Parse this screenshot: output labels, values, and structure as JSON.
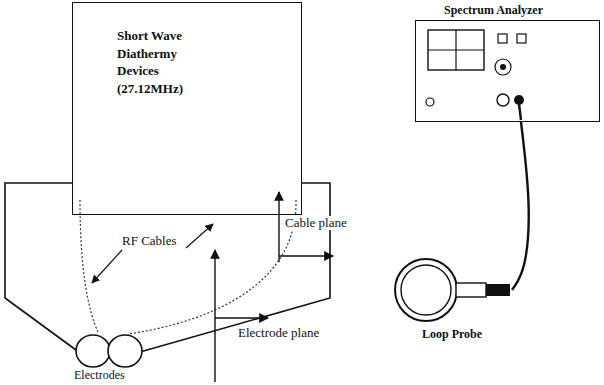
{
  "diagram": {
    "nodes": [
      {
        "text": [
          "Short Wave Diathermy Devices (27.12MHz)"
        ]
      },
      {
        "text": [
          "Spectrum Analyzer"
        ]
      },
      {
        "text": [
          "Loop Probe"
        ]
      }
    ],
    "edges": [
      {
        "from": 2,
        "to": 1,
        "arrow": "none"
      }
    ],
    "labels": [
      "RF Cables",
      "Cable plane",
      "Electrode plane",
      "Electrodes"
    ]
  }
}
